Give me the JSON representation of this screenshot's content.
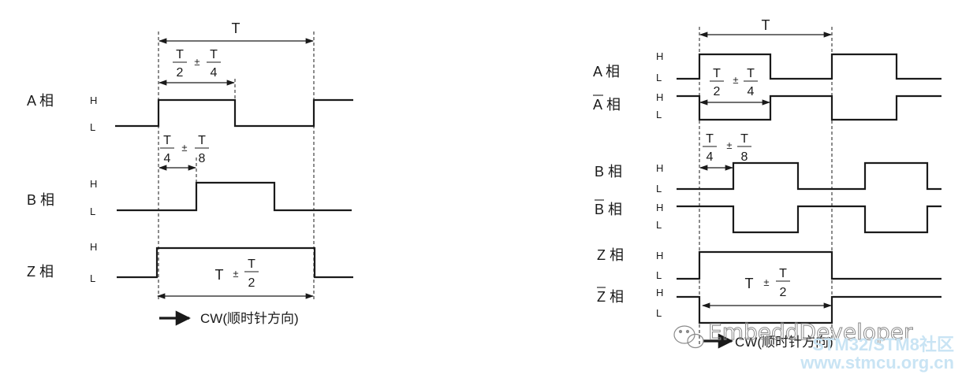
{
  "left": {
    "period": "T",
    "half_frac": {
      "n1": "T",
      "d1": "2",
      "pm": "±",
      "n2": "T",
      "d2": "4"
    },
    "quarter_frac": {
      "n1": "T",
      "d1": "4",
      "pm": "±",
      "n2": "T",
      "d2": "8"
    },
    "z_frac": {
      "a": "T",
      "pm": "±",
      "n": "T",
      "d": "2"
    },
    "phases": {
      "a": "A 相",
      "b": "B 相",
      "z": "Z 相"
    },
    "high": "H",
    "low": "L",
    "direction": "CW(顺时针方向)"
  },
  "right": {
    "period": "T",
    "half_frac": {
      "n1": "T",
      "d1": "2",
      "pm": "±",
      "n2": "T",
      "d2": "4"
    },
    "quarter_frac": {
      "n1": "T",
      "d1": "4",
      "pm": "±",
      "n2": "T",
      "d2": "8"
    },
    "z_frac": {
      "a": "T",
      "pm": "±",
      "n": "T",
      "d": "2"
    },
    "phases": {
      "a": "A 相",
      "a_bar_letter": "A",
      "a_bar_suffix": " 相",
      "b": "B 相",
      "b_bar_letter": "B",
      "b_bar_suffix": " 相",
      "z": "Z 相",
      "z_bar_letter": "Z",
      "z_bar_suffix": " 相"
    },
    "high": "H",
    "low": "L",
    "direction": "CW(顺时针方向)"
  },
  "watermark": {
    "brand": "EmbeddDeveloper",
    "site_name": "STM32/STM8社区",
    "site_url": "www.stmcu.org.cn"
  }
}
